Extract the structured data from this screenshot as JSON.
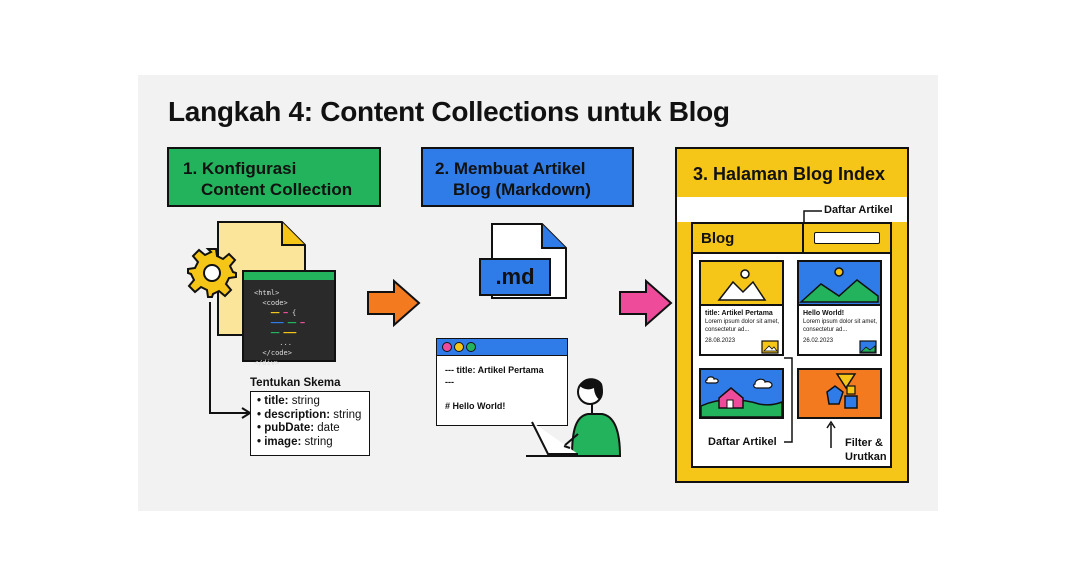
{
  "title": "Langkah 4: Content Collections untuk Blog",
  "steps": {
    "step1_line1": "1. Konfigurasi",
    "step1_line2": "Content Collection",
    "step2_line1": "2. Membuat Artikel",
    "step2_line2": "Blog (Markdown)",
    "step3": "3. Halaman Blog Index"
  },
  "code": {
    "line1": "<html>",
    "line2": "  <code>",
    "line3": "  </code>",
    "line4": "</div>"
  },
  "schema": {
    "title": "Tentukan Skema",
    "fields": [
      {
        "key": "title:",
        "type": "string"
      },
      {
        "key": "description:",
        "type": "string"
      },
      {
        "key": "pubDate:",
        "type": "date"
      },
      {
        "key": "image:",
        "type": "string"
      }
    ]
  },
  "markdown": {
    "file_label": ".md",
    "line1": "--- title: Artikel Pertama",
    "line2": "---",
    "line3": "# Hello World!"
  },
  "blog": {
    "header": "Blog",
    "daftar_artikel_top": "Daftar Artikel",
    "daftar_artikel_bottom": "Daftar Artikel",
    "filter_line1": "Filter &",
    "filter_line2": "Urutkan",
    "card1": {
      "title": "title: Artikel Pertama",
      "desc": "Lorem ipsum dolor sit amet, consectetur ad...",
      "date": "28.08.2023"
    },
    "card2": {
      "title": "Hello World!",
      "desc": "Lorem ipsum dolor sit amet, consectetur ad...",
      "date": "26.02.2023"
    }
  },
  "colors": {
    "green": "#22b35c",
    "blue": "#2f7ce8",
    "yellow": "#f5c518",
    "orange": "#f47a20",
    "pink": "#ee4c9a"
  }
}
